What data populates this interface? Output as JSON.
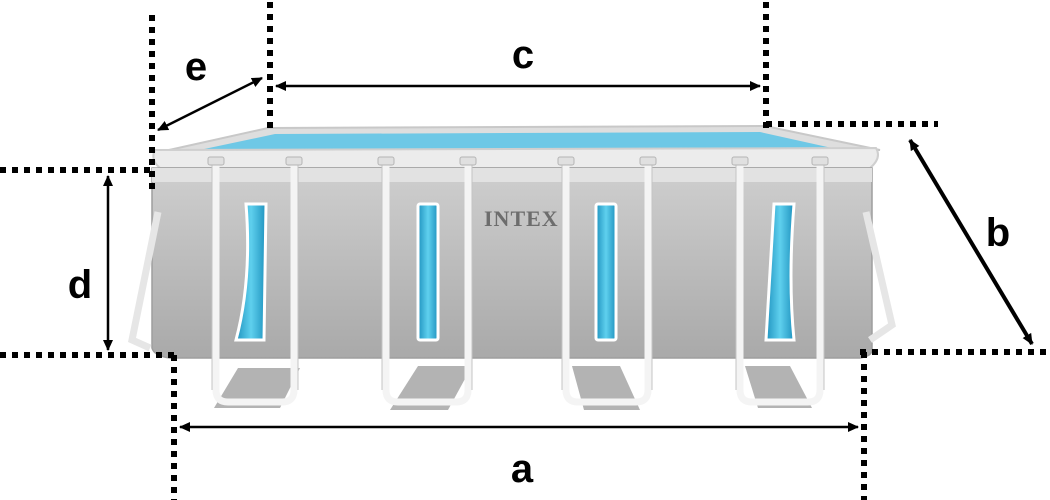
{
  "diagram": {
    "brand_label": "INTEX",
    "dimensions": {
      "a": "a",
      "b": "b",
      "c": "c",
      "d": "d",
      "e": "e"
    },
    "colors": {
      "pool_wall": "#b9b9b9",
      "pool_rim": "#e8e8e8",
      "frame": "#f2f2f2",
      "window": "#36b4d9",
      "water": "#6ec8e6",
      "dimension_lines": "#000000"
    }
  }
}
